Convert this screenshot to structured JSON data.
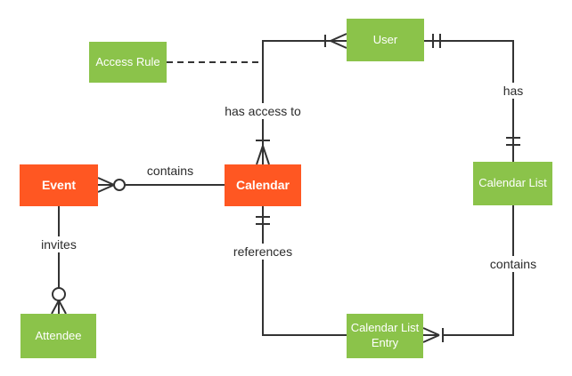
{
  "colors": {
    "entity_green": "#8BC34A",
    "entity_orange": "#FF5722",
    "line": "#333333",
    "entity_text": "#FFFFFF",
    "label_text": "#2B2B2B",
    "background": "#FFFFFF"
  },
  "entities": [
    {
      "id": "access-rule",
      "label": "Access Rule",
      "color": "entity_green"
    },
    {
      "id": "user",
      "label": "User",
      "color": "entity_green"
    },
    {
      "id": "event",
      "label": "Event",
      "color": "entity_orange"
    },
    {
      "id": "calendar",
      "label": "Calendar",
      "color": "entity_orange"
    },
    {
      "id": "calendar-list",
      "label": "Calendar List",
      "color": "entity_green"
    },
    {
      "id": "attendee",
      "label": "Attendee",
      "color": "entity_green"
    },
    {
      "id": "calendar-list-entry",
      "label": "Calendar List Entry",
      "color": "entity_green"
    }
  ],
  "relationships": [
    {
      "from": "Event",
      "to": "Calendar",
      "label": "contains",
      "notation_at_event": "zero-or-many (circle + crows-foot)",
      "style": "solid"
    },
    {
      "from": "User",
      "to": "Calendar",
      "label": "has access to",
      "notation_at_user": "one-or-many (tick + crows-foot)",
      "notation_at_calendar": "one-or-many (tick + crows-foot)",
      "style": "solid"
    },
    {
      "from": "User",
      "to": "Calendar List",
      "label": "has",
      "notation_at_user": "one-and-only-one (double tick)",
      "notation_at_calendar_list": "one-and-only-one (double tick)",
      "style": "solid"
    },
    {
      "from": "Event",
      "to": "Attendee",
      "label": "invites",
      "notation_at_attendee": "zero-or-many (circle + crows-foot)",
      "style": "solid"
    },
    {
      "from": "Calendar",
      "to": "Calendar List Entry",
      "label": "references",
      "notation_at_calendar": "one-and-only-one (double tick)",
      "style": "solid"
    },
    {
      "from": "Calendar List",
      "to": "Calendar List Entry",
      "label": "contains",
      "notation_at_entry": "one-or-many (crows-foot + tick)",
      "style": "solid"
    },
    {
      "from": "Access Rule",
      "to": "has-access-to connector",
      "label": "",
      "style": "dashed"
    }
  ]
}
